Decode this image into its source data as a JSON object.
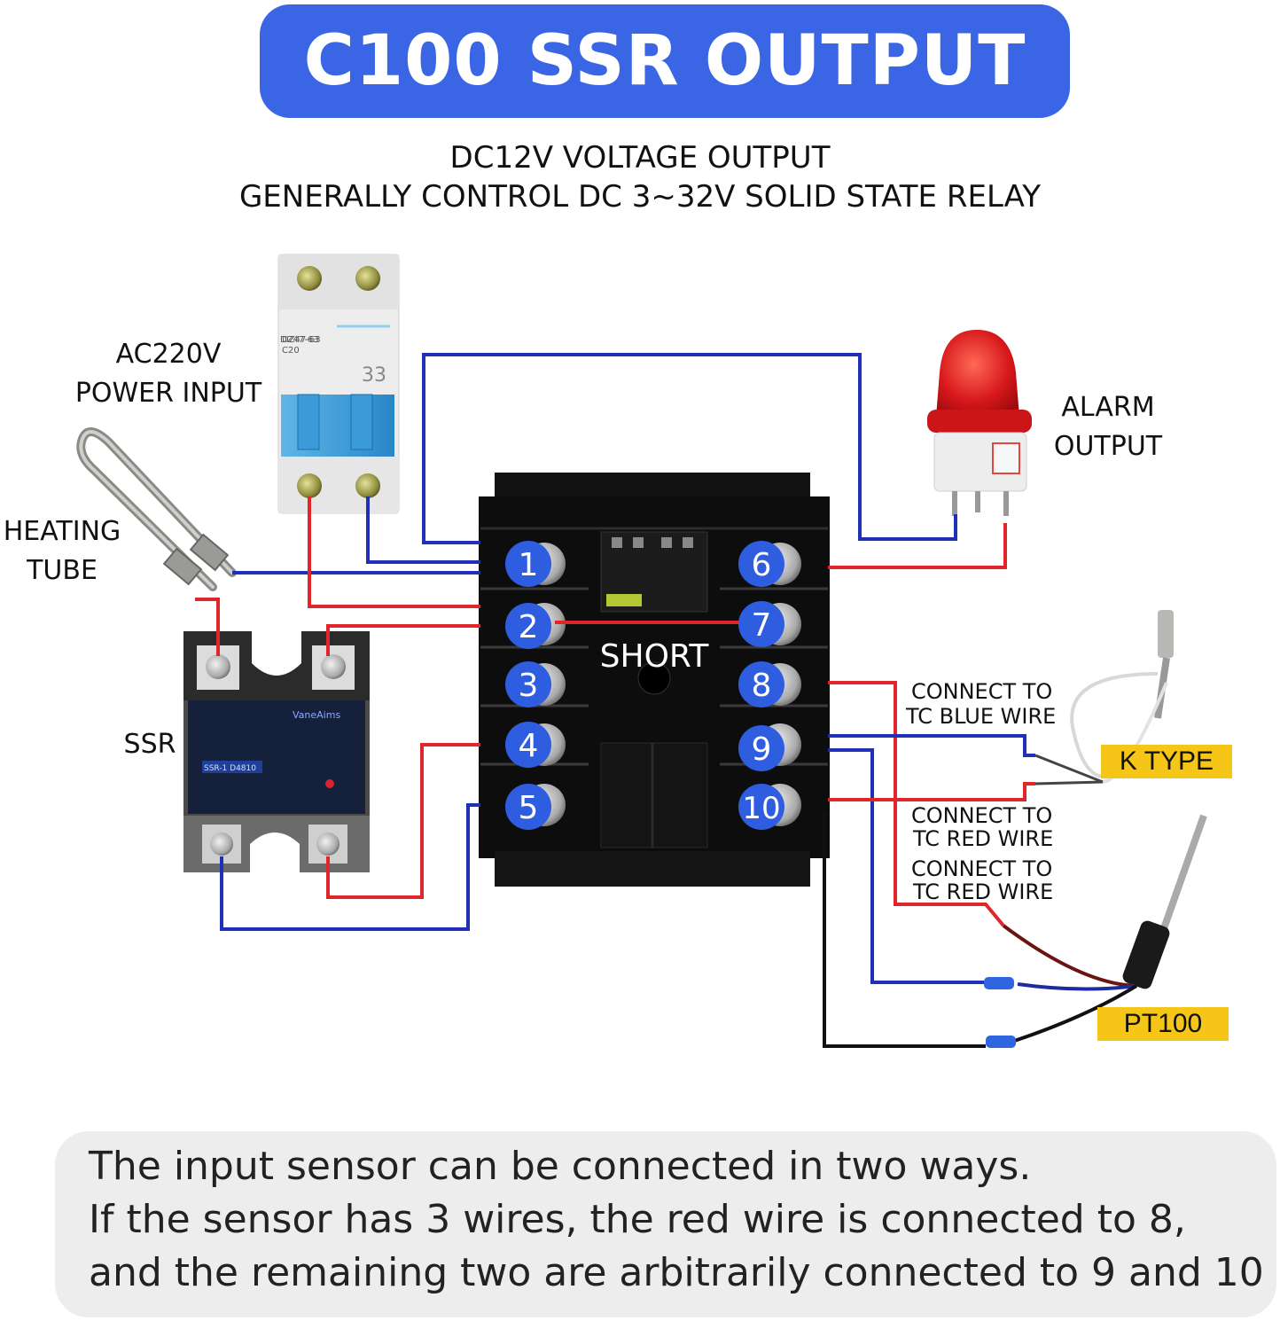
{
  "title": "C100 SSR OUTPUT",
  "subtitle_lines": [
    "DC12V VOLTAGE OUTPUT",
    "GENERALLY CONTROL DC 3~32V SOLID STATE RELAY"
  ],
  "labels": {
    "power_input_line1": "AC220V",
    "power_input_line2": "POWER INPUT",
    "heating_tube_line1": "HEATING",
    "heating_tube_line2": "TUBE",
    "ssr": "SSR",
    "alarm_line1": "ALARM",
    "alarm_line2": "OUTPUT",
    "short": "SHORT",
    "tc_blue_line1": "CONNECT TO",
    "tc_blue_line2": "TC BLUE WIRE",
    "tc_red_line1": "CONNECT TO",
    "tc_red_line2": "TC RED WIRE",
    "pt_red_line1": "CONNECT TO",
    "pt_red_line2": "TC RED WIRE",
    "k_type": "K TYPE",
    "pt100": "PT100"
  },
  "terminals_left": [
    "1",
    "2",
    "3",
    "4",
    "5"
  ],
  "terminals_right": [
    "6",
    "7",
    "8",
    "9",
    "10"
  ],
  "breaker_text": {
    "model": "DZ47-63",
    "rating": "C20"
  },
  "ssr_text": {
    "brand": "VaneAims",
    "model": "SSR-1 D4810"
  },
  "note_lines": [
    "The input sensor can be connected in two ways.",
    "If the sensor has 3 wires, the red wire is connected to 8,",
    "and the remaining two are arbitrarily connected to 9 and 10"
  ],
  "colors": {
    "banner": "#3a66e6",
    "wire_red": "#e0262a",
    "wire_blue": "#1f2fb8",
    "terminal_badge": "#2f5de0",
    "tag": "#f5c518"
  }
}
